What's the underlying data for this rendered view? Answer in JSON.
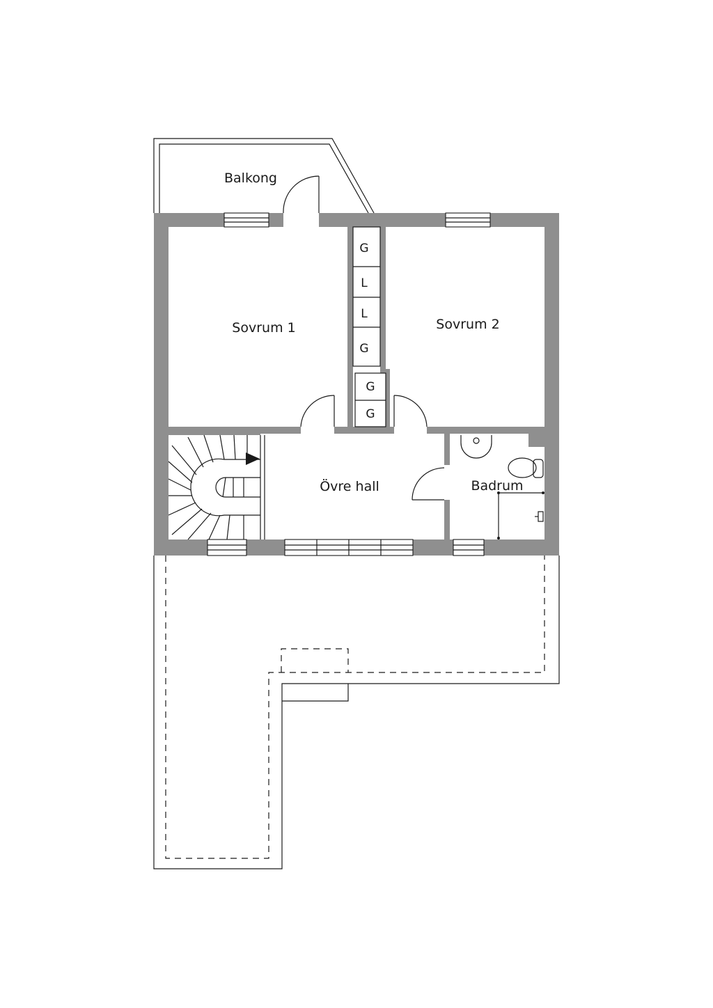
{
  "rooms": {
    "balcony": "Balkong",
    "bedroom1": "Sovrum 1",
    "bedroom2": "Sovrum 2",
    "upper_hall": "Övre hall",
    "bathroom": "Badrum"
  },
  "closets": {
    "upper": [
      "G",
      "L",
      "L",
      "G"
    ],
    "lower": [
      "G",
      "G"
    ]
  }
}
